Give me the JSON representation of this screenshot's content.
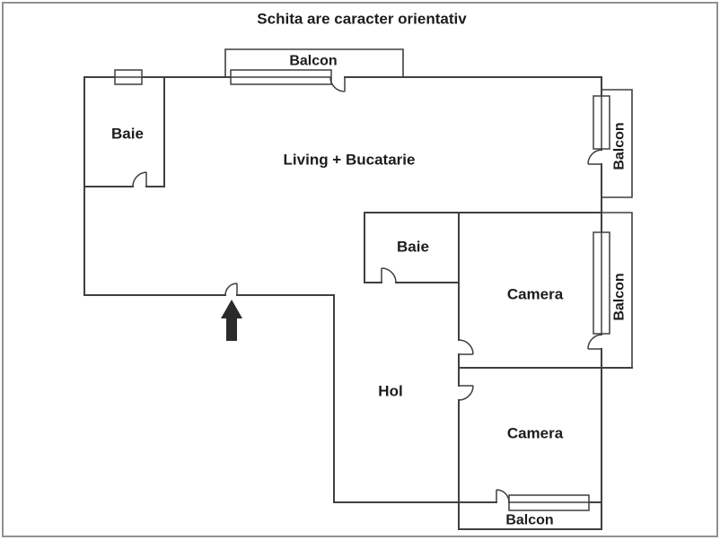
{
  "title": "Schita are caracter orientativ",
  "rooms": {
    "baie_top": "Baie",
    "living": "Living + Bucatarie",
    "baie_mid": "Baie",
    "camera_upper": "Camera",
    "camera_lower": "Camera",
    "hol": "Hol"
  },
  "balconies": {
    "top": "Balcon",
    "right_upper": "Balcon",
    "right_lower": "Balcon",
    "bottom": "Balcon"
  },
  "icons": {
    "entrance_arrow": "up-arrow-entrance-marker",
    "doors": "quarter-circle-door-swing",
    "windows": "double-line-window-symbol"
  },
  "colors": {
    "wall": "#3f3f3f",
    "frame": "#919191",
    "text": "#1c1c1c",
    "arrow": "#2b2b2b",
    "background": "#ffffff"
  }
}
